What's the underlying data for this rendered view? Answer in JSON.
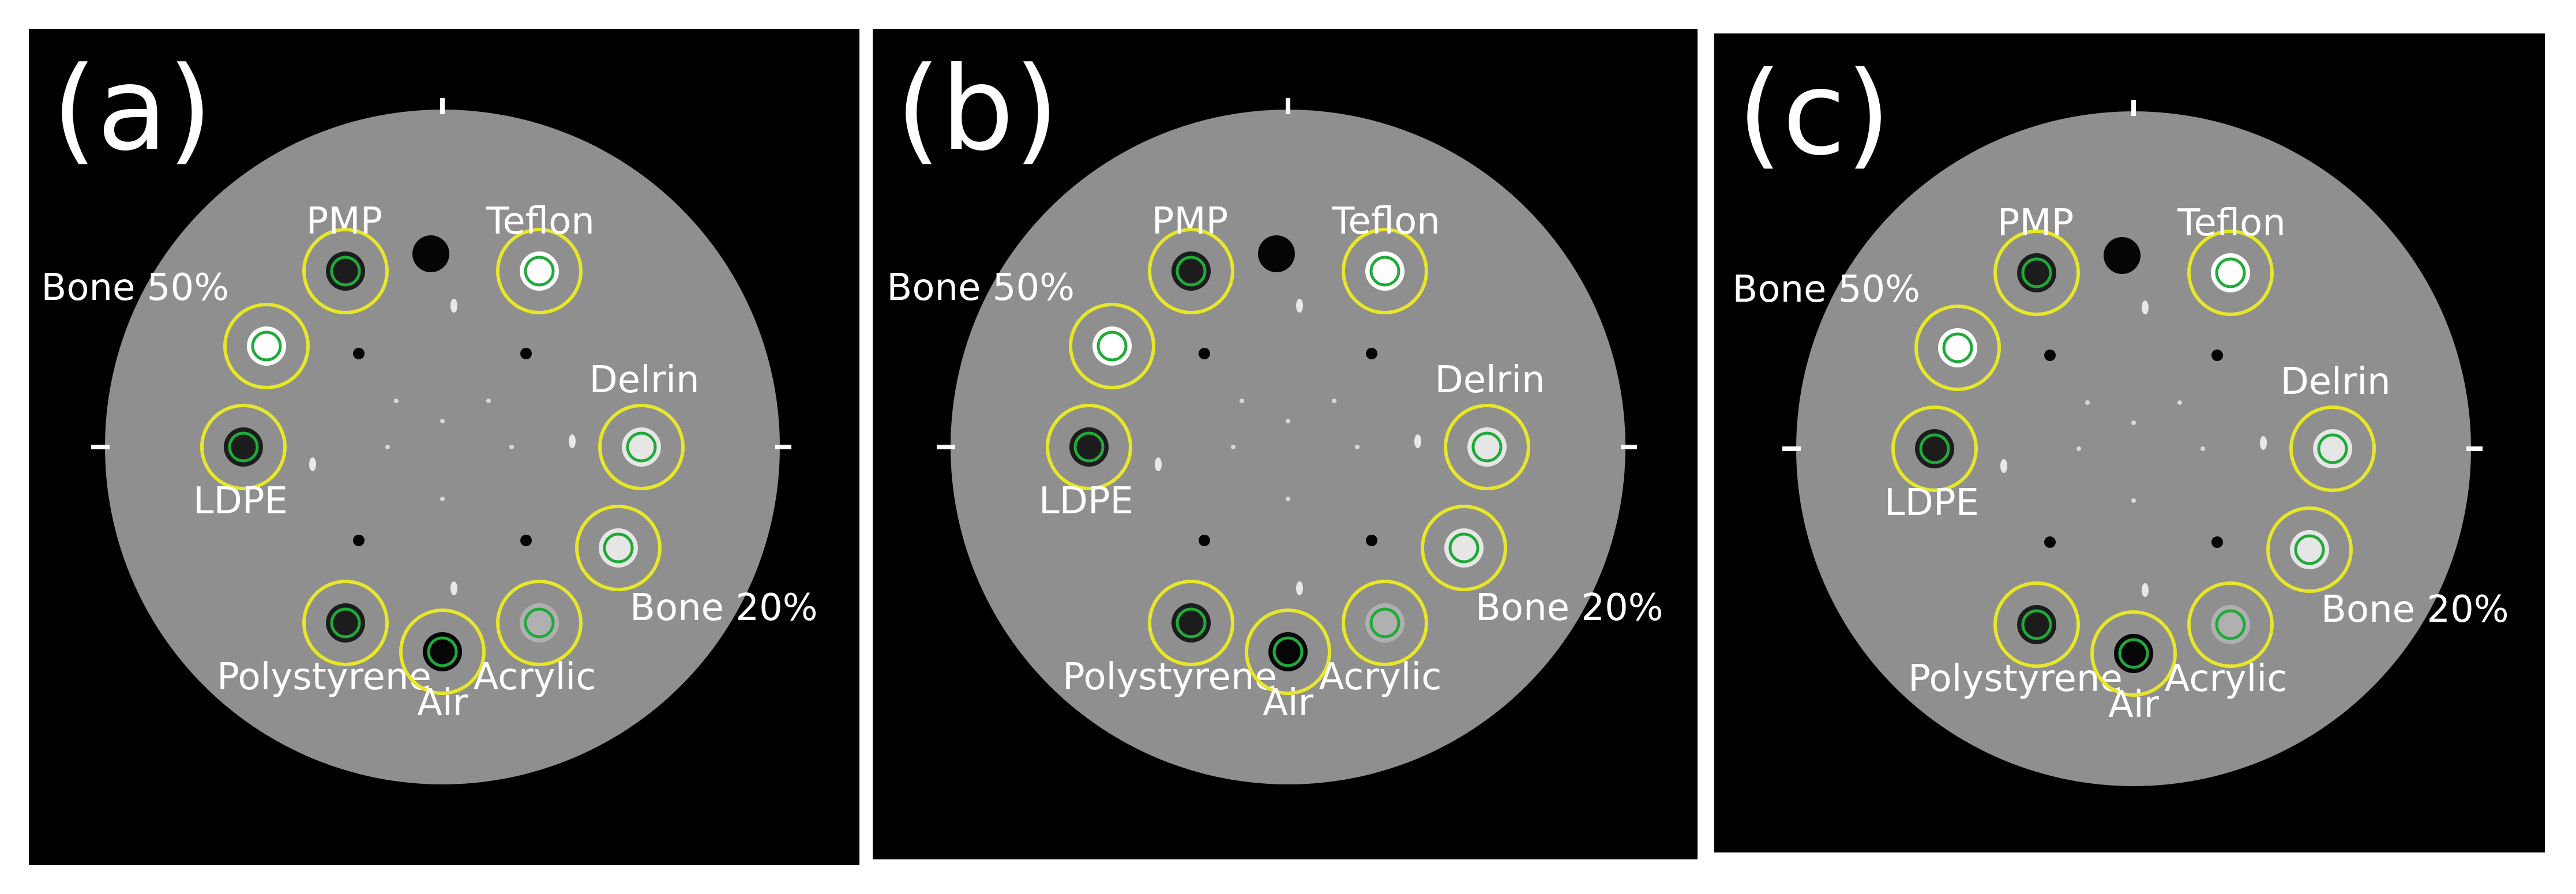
{
  "figure": {
    "panels": [
      {
        "label": "(a)"
      },
      {
        "label": "(b)"
      },
      {
        "label": "(c)"
      }
    ],
    "inserts": [
      {
        "name": "PMP",
        "tone": "dark"
      },
      {
        "name": "Teflon",
        "tone": "bright"
      },
      {
        "name": "Bone 50%",
        "tone": "bright"
      },
      {
        "name": "Delrin",
        "tone": "light"
      },
      {
        "name": "LDPE",
        "tone": "dark"
      },
      {
        "name": "Bone 20%",
        "tone": "light"
      },
      {
        "name": "Polystyrene",
        "tone": "dark"
      },
      {
        "name": "Air",
        "tone": "black"
      },
      {
        "name": "Acrylic",
        "tone": "gray"
      }
    ],
    "colors": {
      "background": "#000000",
      "phantom": "#8f8f8f",
      "roi_outer": "#e6e62a",
      "roi_inner": "#1faa3a",
      "text": "#ffffff",
      "page": "#ffffff"
    }
  }
}
